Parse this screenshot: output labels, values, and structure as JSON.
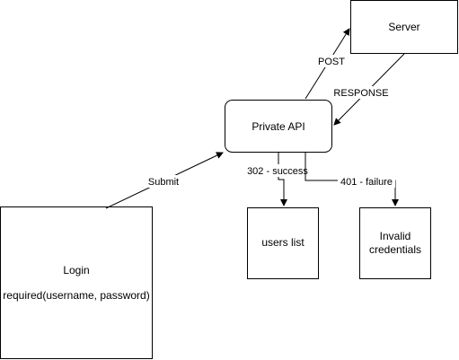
{
  "diagram": {
    "nodes": {
      "server": {
        "label": "Server"
      },
      "private_api": {
        "label": "Private API"
      },
      "login": {
        "title": "Login",
        "subtitle": "required(username, password)"
      },
      "users_list": {
        "label": "users list"
      },
      "invalid": {
        "line1": "Invalid",
        "line2": "credentials"
      }
    },
    "edges": {
      "post": {
        "label": "POST"
      },
      "response": {
        "label": "RESPONSE"
      },
      "submit": {
        "label": "Submit"
      },
      "success": {
        "label": "302 - success"
      },
      "failure": {
        "label": "401 - failure"
      }
    },
    "colors": {
      "stroke": "#000000",
      "fill": "#ffffff",
      "text": "#000000"
    }
  }
}
